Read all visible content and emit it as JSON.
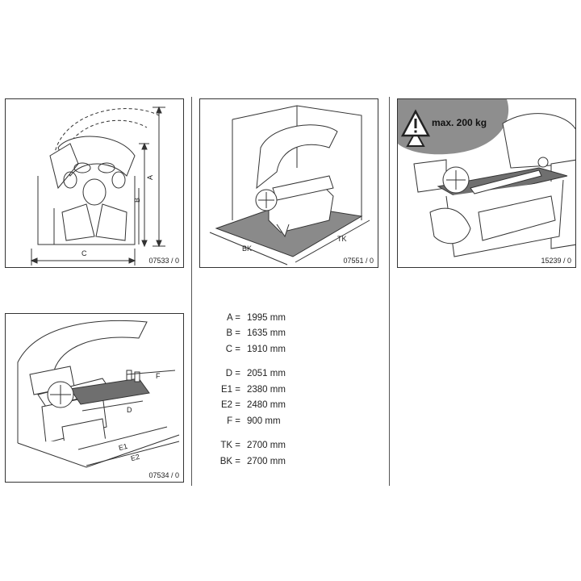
{
  "panels": {
    "p1": {
      "code": "07533 / 0",
      "labels": {
        "a": "A",
        "b": "B",
        "c": "C"
      }
    },
    "p2": {
      "code": "07551 / 0",
      "labels": {
        "bk": "BK",
        "tk": "TK"
      }
    },
    "p3": {
      "code": "15239 / 0",
      "warning": "max. 200 kg"
    },
    "p4": {
      "code": "07534 / 0",
      "labels": {
        "d": "D",
        "e1": "E1",
        "e2": "E2",
        "f": "F"
      }
    }
  },
  "dimensions": [
    {
      "key": "A =",
      "value": "1995 mm"
    },
    {
      "key": "B =",
      "value": "1635 mm"
    },
    {
      "key": "C =",
      "value": "1910 mm"
    },
    {
      "key": "D =",
      "value": "2051 mm"
    },
    {
      "key": "E1 =",
      "value": "2380 mm"
    },
    {
      "key": "E2 =",
      "value": "2480 mm"
    },
    {
      "key": "F =",
      "value": "900 mm"
    },
    {
      "key": "TK =",
      "value": "2700 mm"
    },
    {
      "key": "BK =",
      "value": "2700 mm"
    }
  ],
  "colors": {
    "floor": "#8a8a8a",
    "warning_bg": "#8e8e8e",
    "line": "#333333"
  }
}
